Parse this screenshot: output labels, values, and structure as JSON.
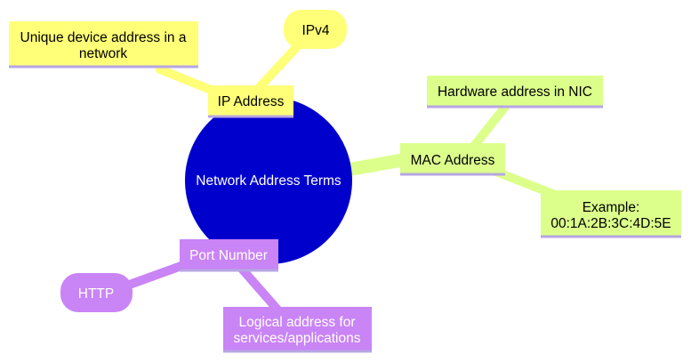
{
  "diagram": {
    "root": {
      "label": "Network Address Terms",
      "color": "#0000cc",
      "text_color": "#ffffff"
    },
    "branches": [
      {
        "id": "ip",
        "label": "IP Address",
        "color": "#ffff78",
        "text_color": "#000000",
        "children": [
          {
            "id": "ip-desc",
            "lines": [
              "Unique device address in a",
              "network"
            ],
            "shape": "rect"
          },
          {
            "id": "ip-ipv4",
            "lines": [
              "IPv4"
            ],
            "shape": "pill"
          }
        ]
      },
      {
        "id": "mac",
        "label": "MAC Address",
        "color": "#dcff8c",
        "text_color": "#000000",
        "children": [
          {
            "id": "mac-desc",
            "lines": [
              "Hardware address in NIC"
            ],
            "shape": "rect"
          },
          {
            "id": "mac-example",
            "lines": [
              "Example:",
              "00:1A:2B:3C:4D:5E"
            ],
            "shape": "rect"
          }
        ]
      },
      {
        "id": "port",
        "label": "Port Number",
        "color": "#c984f5",
        "text_color": "#ffffff",
        "children": [
          {
            "id": "port-http",
            "lines": [
              "HTTP"
            ],
            "shape": "pill"
          },
          {
            "id": "port-desc",
            "lines": [
              "Logical address for",
              "services/applications"
            ],
            "shape": "rect"
          }
        ]
      }
    ],
    "underline_color": "#b7a6e3"
  }
}
